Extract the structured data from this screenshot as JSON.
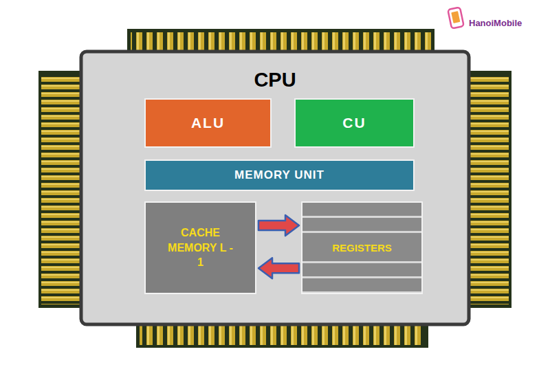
{
  "diagram": {
    "title": "CPU",
    "nodes": [
      {
        "text": [
          "CPU"
        ]
      },
      {
        "text": [
          "ALU"
        ],
        "in": 0
      },
      {
        "text": [
          "CU"
        ],
        "in": 0
      },
      {
        "text": [
          "MEMORY UNIT"
        ],
        "in": 0
      },
      {
        "text": [
          "CACHE MEMORY L - 1"
        ],
        "in": 0
      },
      {
        "text": [
          "REGISTERS"
        ],
        "in": 0
      }
    ],
    "edges": [
      {
        "from": 4,
        "to": 5,
        "arrow": "to"
      },
      {
        "from": 5,
        "to": 4,
        "arrow": "to"
      }
    ],
    "labels": [
      "HanoiMobile"
    ]
  }
}
